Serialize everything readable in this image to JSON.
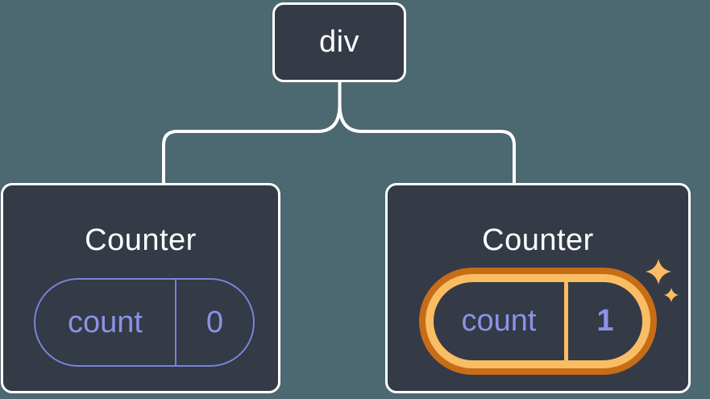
{
  "tree": {
    "root": {
      "label": "div"
    },
    "children": [
      {
        "title": "Counter",
        "state": {
          "key": "count",
          "value": "0"
        },
        "highlighted": false
      },
      {
        "title": "Counter",
        "state": {
          "key": "count",
          "value": "1"
        },
        "highlighted": true
      }
    ]
  },
  "colors": {
    "background": "#4C6870",
    "node_fill": "#343A46",
    "node_border": "#FFFFFF",
    "connector": "#FFFFFF",
    "state_text": "#8A92E8",
    "state_pill_border": "#7A82DC",
    "highlight_ring_outer": "#C76D17",
    "highlight_ring_inner": "#FABD63",
    "sparkle": "#FABD63"
  },
  "icons": [
    {
      "name": "sparkle-icon",
      "glyph": "✦"
    }
  ]
}
